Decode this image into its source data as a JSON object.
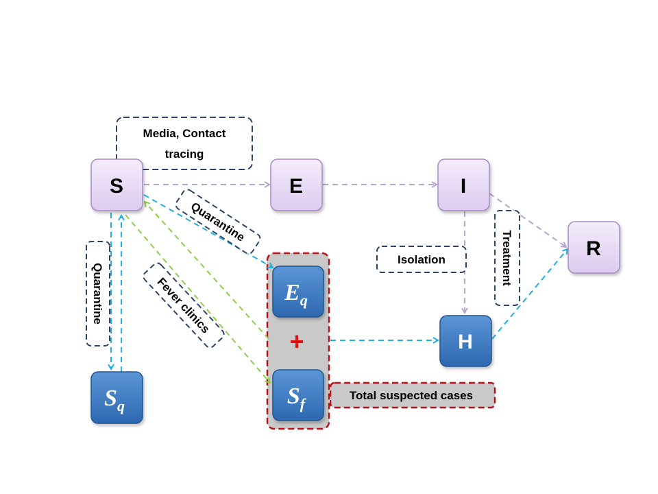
{
  "nodes": {
    "s": "S",
    "e": "E",
    "i": "I",
    "r": "R",
    "h": "H",
    "eq": {
      "main": "E",
      "sub": "q"
    },
    "sq": {
      "main": "S",
      "sub": "q"
    },
    "sf": {
      "main": "S",
      "sub": "f"
    },
    "plus": "+"
  },
  "annotations": {
    "media": [
      "Media, Contact",
      "tracing"
    ],
    "quarantine_diag": "Quarantine",
    "quarantine_vert": "Quarantine",
    "fever_clinics": "Fever clinics",
    "isolation": "Isolation",
    "treatment": "Treatment",
    "total_suspected": "Total suspected cases"
  },
  "colors": {
    "purple_node_fill": "#e4d6f3",
    "purple_node_stroke": "#a68cc6",
    "blue_node_fill": "#3b78c2",
    "blue_node_stroke": "#24558f",
    "purple_arrow": "#b5a6d1",
    "cyan_arrow": "#21aee0",
    "green_arrow": "#8cd04a",
    "label_border": "#2b4466",
    "red_border": "#b5121b",
    "plus": "#e01010",
    "group_fill": "#c9c9c9"
  }
}
